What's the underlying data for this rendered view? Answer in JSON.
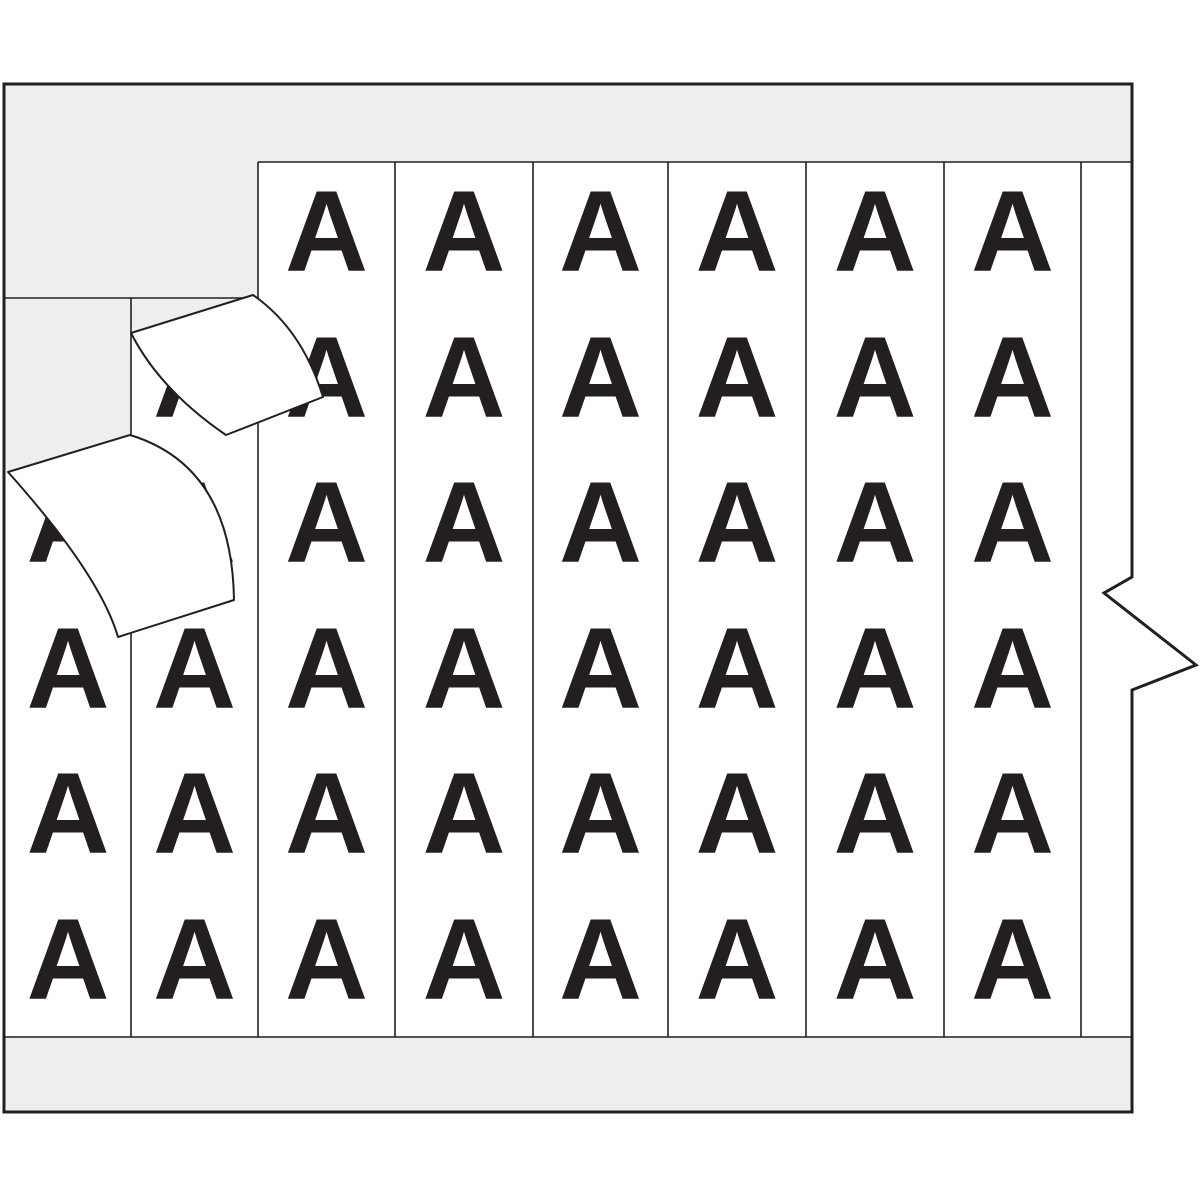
{
  "illustration": {
    "name": "wire-marker-card",
    "marker_text": "A",
    "strip_count": 9,
    "rows_per_full_strip": 6,
    "total_markers_visible": 45,
    "columns": [
      {
        "strip": 1,
        "letters": 4
      },
      {
        "strip": 2,
        "letters": 5
      },
      {
        "strip": 3,
        "letters": 6
      },
      {
        "strip": 4,
        "letters": 6
      },
      {
        "strip": 5,
        "letters": 6
      },
      {
        "strip": 6,
        "letters": 6
      },
      {
        "strip": 7,
        "letters": 6
      },
      {
        "strip": 8,
        "letters": 6
      },
      {
        "strip": 9,
        "letters": 0
      }
    ],
    "peeled_labels": 2,
    "colors": {
      "page_background": "#ffffff",
      "card_fill": "#eeeeee",
      "label_fill": "#ffffff",
      "ink": "#231f20"
    }
  }
}
